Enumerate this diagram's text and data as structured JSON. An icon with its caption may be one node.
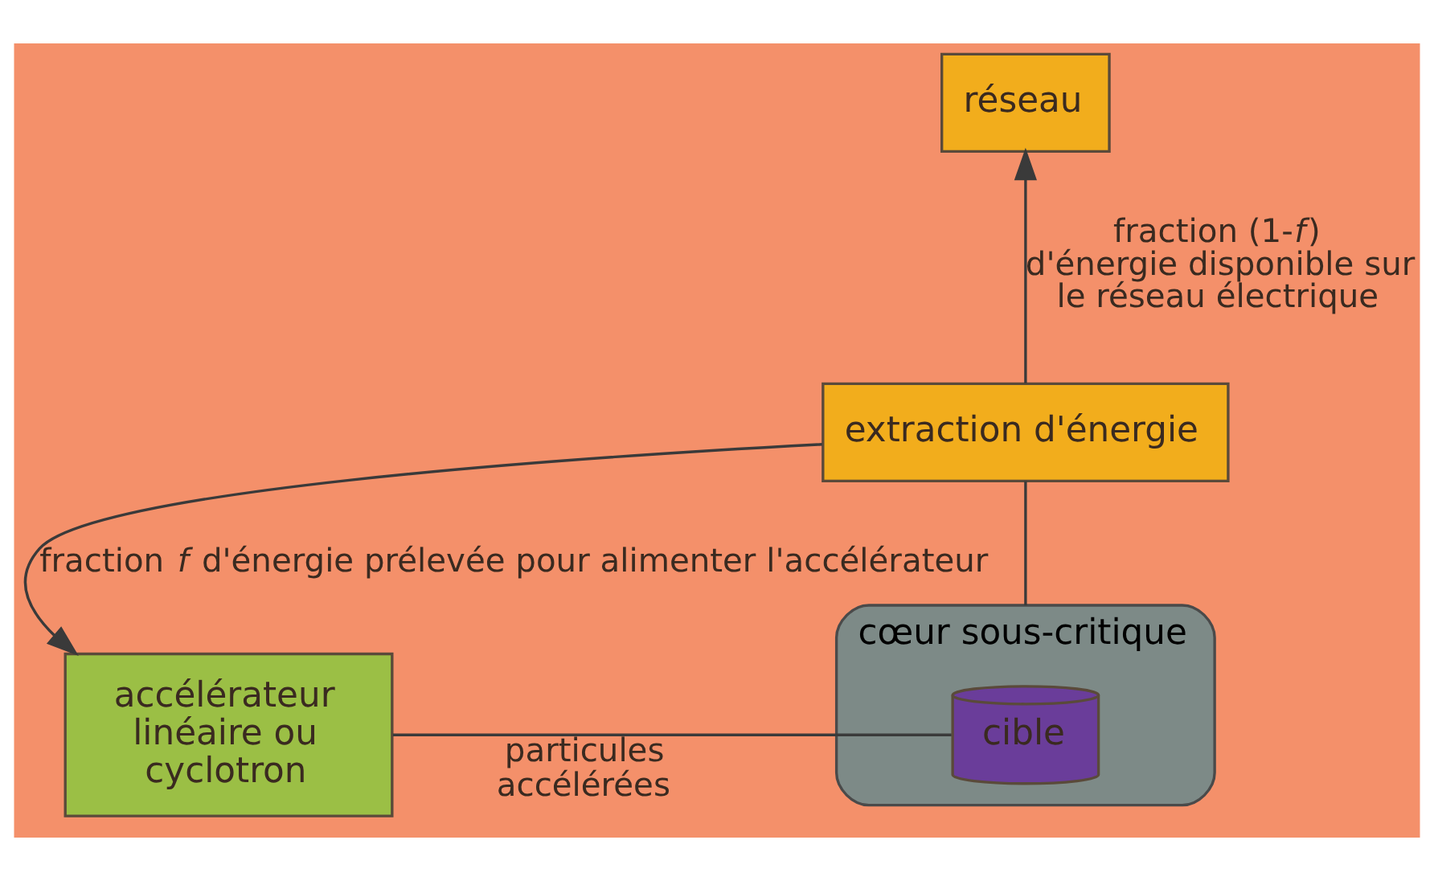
{
  "diagram": {
    "nodes": [
      {
        "text": [
          "réseau"
        ]
      },
      {
        "text": [
          "extraction d'énergie"
        ]
      },
      {
        "text": [
          "accélérateur linéaire ou cyclotron"
        ]
      },
      {
        "text": [
          "cœur sous-critique"
        ]
      },
      {
        "text": [
          "cible"
        ],
        "in": 3
      }
    ],
    "edges": [
      {
        "from": 3,
        "to": 1,
        "arrow": "none"
      },
      {
        "from": 1,
        "to": 0,
        "arrow": "to",
        "label": "fraction (1-*f*) d'énergie disponible sur le réseau électrique"
      },
      {
        "from": 1,
        "to": 2,
        "arrow": "to",
        "label": "fraction *f* d'énergie prélevée pour alimenter l'accélérateur"
      },
      {
        "from": 2,
        "to": 4,
        "arrow": "none",
        "label": "particules accélérées"
      }
    ]
  }
}
